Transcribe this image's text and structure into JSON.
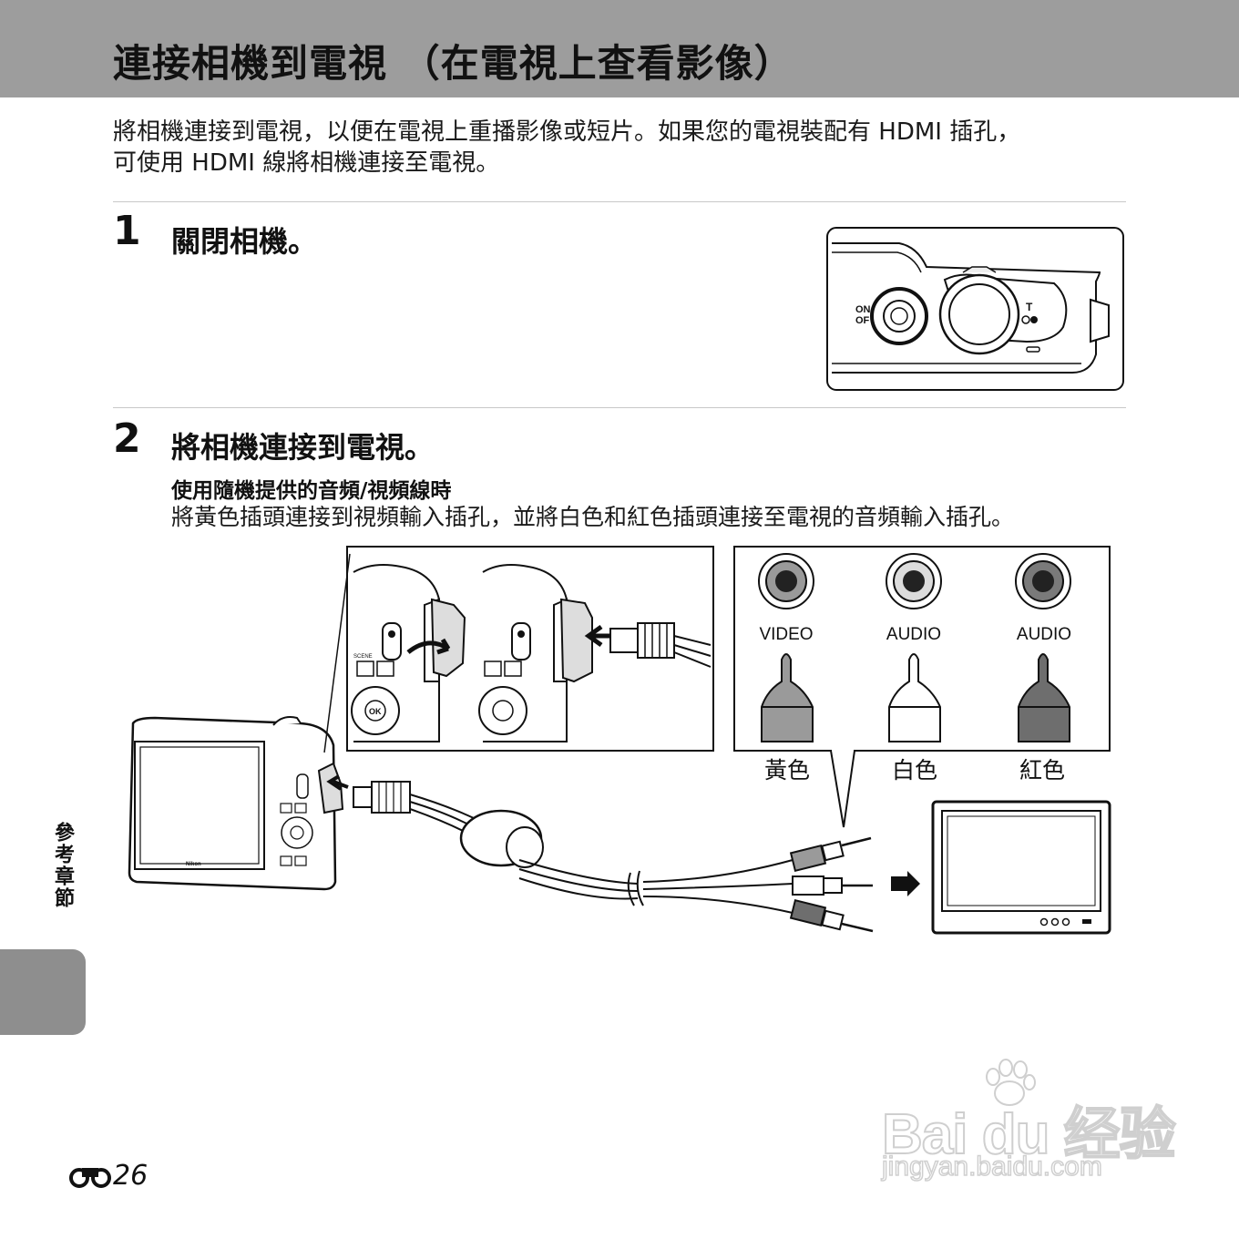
{
  "header": {
    "title": "連接相機到電視 （在電視上查看影像）"
  },
  "intro": {
    "line1": "將相機連接到電視，以便在電視上重播影像或短片。如果您的電視裝配有 HDMI 插孔，",
    "line2": "可使用 HDMI 線將相機連接至電視。"
  },
  "steps": [
    {
      "number": "1",
      "title": "關閉相機。"
    },
    {
      "number": "2",
      "title": "將相機連接到電視。"
    }
  ],
  "step2": {
    "subheading": "使用隨機提供的音頻/視頻線時",
    "text": "將黃色插頭連接到視頻輸入插孔，並將白色和紅色插頭連接至電視的音頻輸入插孔。"
  },
  "figure1": {
    "power_label_line1": "ON",
    "power_label_line2": "OF",
    "zoom_label": "T"
  },
  "figure2": {
    "jacks": [
      {
        "label": "VIDEO",
        "color_name": "黃色"
      },
      {
        "label": "AUDIO",
        "color_name": "白色"
      },
      {
        "label": "AUDIO",
        "color_name": "紅色"
      }
    ],
    "ok_label": "OK",
    "scene_label": "SCENE",
    "brand": "Nikon"
  },
  "sidebar": {
    "tab_label": "參考章節"
  },
  "footer": {
    "page_number": "26",
    "page_icon": "reference-binoculars-icon"
  },
  "watermark": {
    "main": "Bai du 经验",
    "sub": "jingyan.baidu.com"
  },
  "colors": {
    "header_bg": "#9d9d9d",
    "tab_bg": "#8e8e8e"
  }
}
